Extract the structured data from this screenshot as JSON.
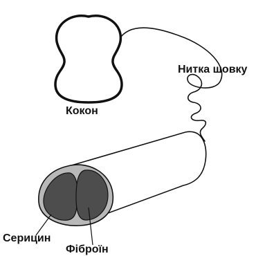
{
  "labels": {
    "cocoon": "Кокон",
    "silk_thread": "Нитка шовку",
    "sericin": "Серицин",
    "fibroin": "Фіброїн"
  },
  "colors": {
    "outline": "#111111",
    "sericin": "#b8b8b8",
    "fibroin": "#4d4d4d",
    "background": "#ffffff"
  }
}
